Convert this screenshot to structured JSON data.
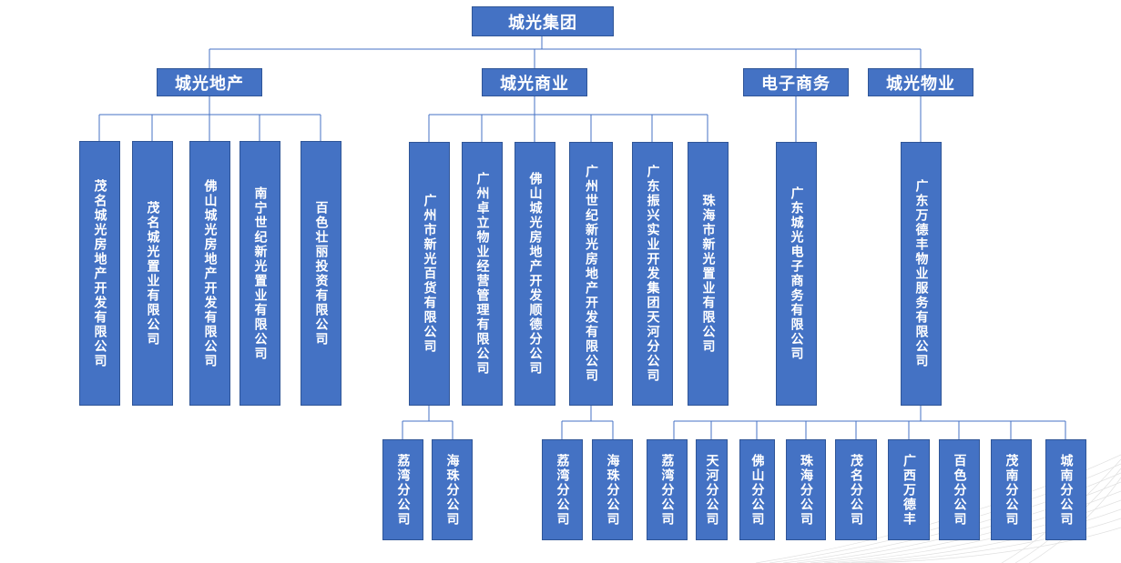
{
  "root": {
    "label": "城光集团"
  },
  "divisions": [
    {
      "label": "城光地产",
      "companies": [
        {
          "label": "茂名城光房地产开发有限公司"
        },
        {
          "label": "茂名城光置业有限公司"
        },
        {
          "label": "佛山城光房地产开发有限公司"
        },
        {
          "label": "南宁世纪新光置业有限公司"
        },
        {
          "label": "百色壮丽投资有限公司"
        }
      ]
    },
    {
      "label": "城光商业",
      "companies": [
        {
          "label": "广州市新光百货有限公司",
          "branches": [
            {
              "label": "荔湾分公司"
            },
            {
              "label": "海珠分公司"
            }
          ]
        },
        {
          "label": "广州卓立物业经营管理有限公司"
        },
        {
          "label": "佛山城光房地产开发顺德分公司"
        },
        {
          "label": "广州世纪新光房地产开发有限公司",
          "branches": [
            {
              "label": "荔湾分公司"
            },
            {
              "label": "海珠分公司"
            }
          ]
        },
        {
          "label": "广东振兴实业开发集团天河分公司"
        },
        {
          "label": "珠海市新光置业有限公司"
        }
      ]
    },
    {
      "label": "电子商务",
      "companies": [
        {
          "label": "广东城光电子商务有限公司"
        }
      ]
    },
    {
      "label": "城光物业",
      "companies": [
        {
          "label": "广东万德丰物业服务有限公司",
          "branches": [
            {
              "label": "荔湾分公司"
            },
            {
              "label": "天河分公司"
            },
            {
              "label": "佛山分公司"
            },
            {
              "label": "珠海分公司"
            },
            {
              "label": "茂名分公司"
            },
            {
              "label": "广西万德丰"
            },
            {
              "label": "百色分公司"
            },
            {
              "label": "茂南分公司"
            },
            {
              "label": "城南分公司"
            }
          ]
        }
      ]
    }
  ]
}
